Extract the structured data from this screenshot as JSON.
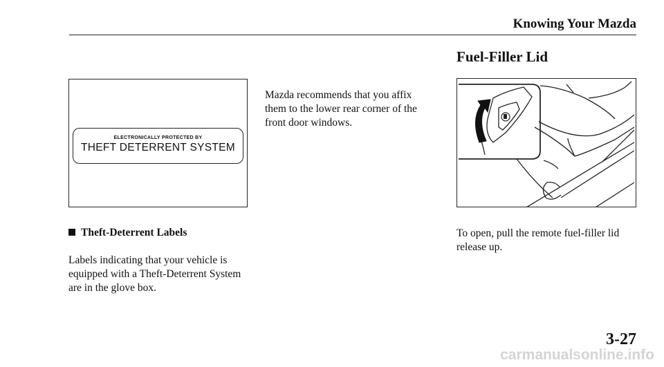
{
  "header": {
    "title": "Knowing Your Mazda"
  },
  "section": {
    "title": "Fuel-Filler Lid"
  },
  "label_figure": {
    "small_text": "ELECTRONICALLY PROTECTED BY",
    "large_text": "THEFT DETERRENT SYSTEM"
  },
  "theft_section": {
    "heading": "Theft-Deterrent Labels",
    "body": "Labels indicating that your vehicle is equipped with a Theft-Deterrent System are in the glove box."
  },
  "middle_column": {
    "body": "Mazda recommends that you affix them to the lower rear corner of the front door windows."
  },
  "fuel_section": {
    "body": "To open, pull the remote fuel-filler lid release up."
  },
  "footer": {
    "page_number": "3-27",
    "watermark": "carmanualsonline.info"
  },
  "icons": [
    "bullet-square-icon",
    "fuel-pump-icon"
  ]
}
